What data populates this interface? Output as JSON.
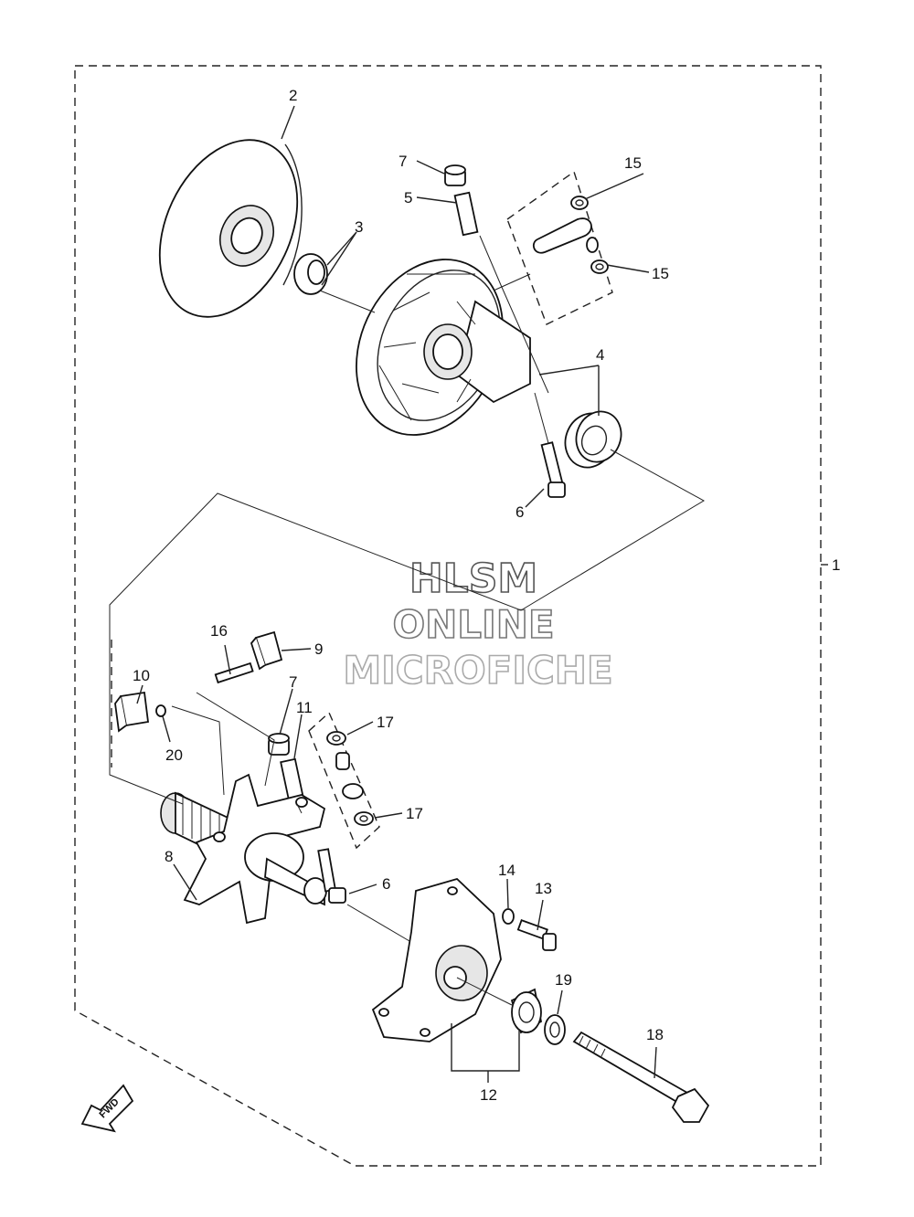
{
  "callouts": {
    "c1": "1",
    "c2": "2",
    "c3": "3",
    "c4": "4",
    "c5": "5",
    "c6a": "6",
    "c6b": "6",
    "c7a": "7",
    "c7b": "7",
    "c8": "8",
    "c9": "9",
    "c10": "10",
    "c11": "11",
    "c12": "12",
    "c13": "13",
    "c14": "14",
    "c15a": "15",
    "c15b": "15",
    "c16": "16",
    "c17a": "17",
    "c17b": "17",
    "c18": "18",
    "c19": "19",
    "c20": "20"
  },
  "watermark": {
    "line1": "HLSM",
    "line2": "ONLINE",
    "line3": "MICROFICHE"
  },
  "fwd_label": "FWD",
  "colors": {
    "line": "#222222",
    "watermark_line1": "#555555",
    "watermark_line2": "#777777",
    "watermark_line3": "#aaaaaa"
  }
}
